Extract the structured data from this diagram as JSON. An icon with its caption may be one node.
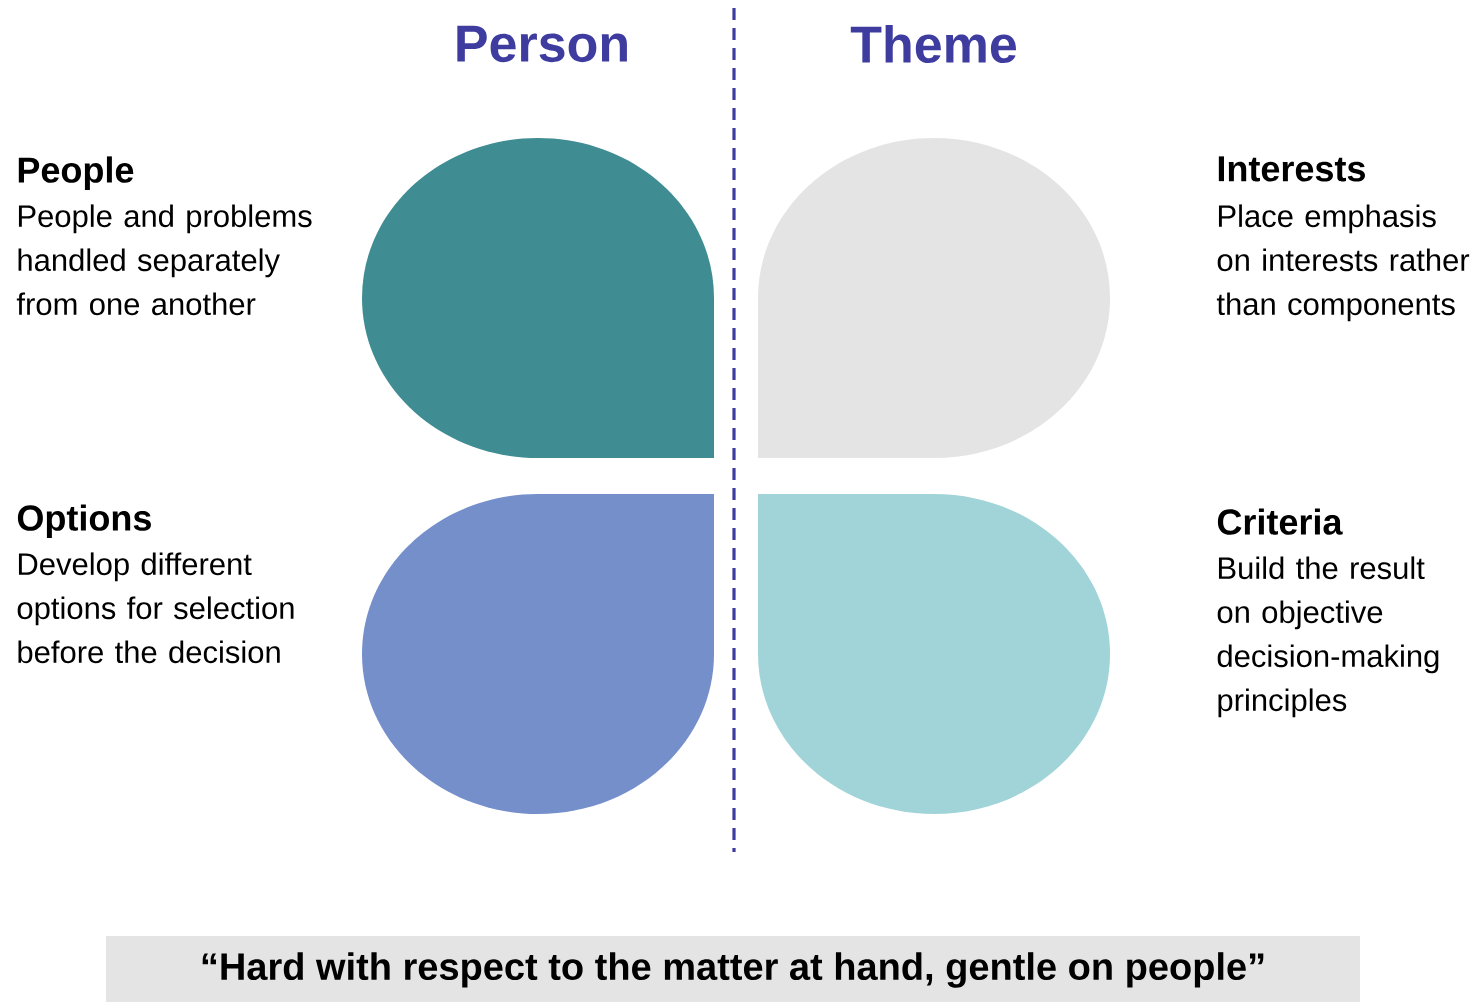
{
  "diagram": {
    "nodes": [
      {
        "text": [],
        "shape": "petal",
        "beside": [
          "People",
          "People and problems handled separately from one another"
        ]
      },
      {
        "text": [],
        "shape": "petal",
        "beside": [
          "Interests",
          "Place emphasis on interests rather than components"
        ]
      },
      {
        "text": [],
        "shape": "petal",
        "beside": [
          "Options",
          "Develop different options for selection before the decision"
        ]
      },
      {
        "text": [],
        "shape": "petal",
        "beside": [
          "Criteria",
          "Build the result on objective decision-making principles"
        ]
      },
      {
        "text": [
          "“Hard with respect to the matter at hand, gentle on people”"
        ]
      }
    ],
    "edges": [],
    "labels": [
      "Person",
      "Theme"
    ]
  }
}
